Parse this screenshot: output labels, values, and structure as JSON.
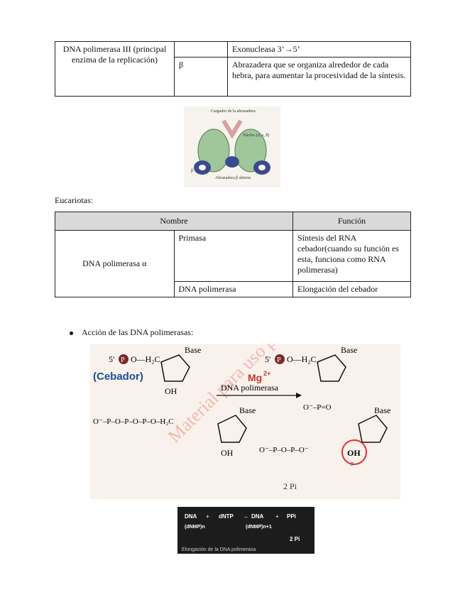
{
  "table_prokaryote": {
    "rows": [
      {
        "enzyme": "DNA polimerasa III (principal enzima de la replicación)",
        "subunit": "",
        "function": "Exonucleasa 3’→5’"
      },
      {
        "enzyme": "",
        "subunit": "β",
        "function": "Abrazadera que se organiza alrededor de cada hebra, para aumentar la procesividad de la síntesis."
      }
    ]
  },
  "figure_clamp": {
    "labels": [
      "Cargador de la abrazadera",
      "Núcleo (α, ε, θ)",
      "Abrazadera β abierta",
      "β"
    ]
  },
  "section_eucariotas": "Eucariotas:",
  "table_eukaryote": {
    "headers": [
      "Nombre",
      "Función"
    ],
    "enzyme": "DNA polimerasa α",
    "rows": [
      {
        "component": "Primasa",
        "function": "Síntesis del RNA cebador(cuando su función es esta, funciona como RNA polimerasa)"
      },
      {
        "component": "DNA polimerasa",
        "function": "Elongación del cebador"
      }
    ]
  },
  "bullet_title": "Acción de las DNA polimerasas:",
  "figure_reaction": {
    "cebador": "(Cebador)",
    "enzyme_label": "DNA polimerasa",
    "mg": "Mg",
    "mg_charge": "2+",
    "base": "Base",
    "prime5": "5'",
    "phosphate": "P",
    "oh": "OH",
    "prime3": "3'",
    "pi": "2 Pi",
    "ch2": "O—H₂C",
    "watermark": "Material para uso personal (Prohibida su venta)"
  },
  "figure_equation": {
    "row1": [
      "DNA",
      "+",
      "dNTP",
      "→",
      "DNA",
      "+",
      "PPi"
    ],
    "row2": [
      "(dNMP)n",
      "(dNMP)n+1"
    ],
    "pi": "2 Pi",
    "caption": "Elongación de la DNA polimerasa"
  },
  "colors": {
    "header_gray": "#d9d9d9",
    "cebador_blue": "#1f4e9c",
    "mg_red": "#c0392b"
  }
}
